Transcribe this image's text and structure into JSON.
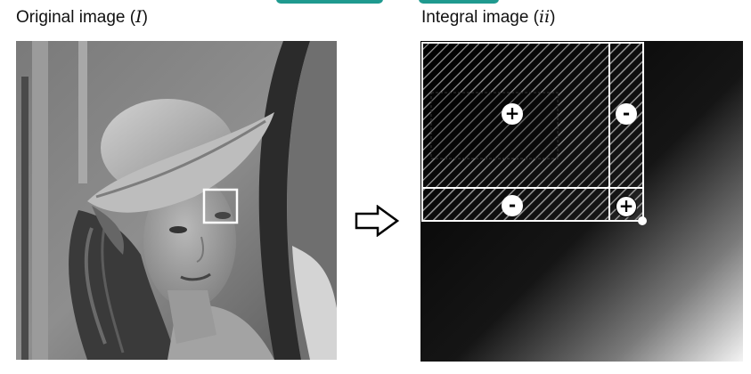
{
  "titles": {
    "left_prefix": "Original image (",
    "left_var": "I",
    "left_suffix": ")",
    "right_prefix": "Integral image (",
    "right_var": "ii",
    "right_suffix": ")"
  },
  "signs": {
    "top_left": "+",
    "top_right": "-",
    "bottom_left": "-",
    "bottom_right": "+"
  },
  "colors": {
    "accent": "#1f9a8f",
    "frame": "#ffffff",
    "background": "#ffffff"
  },
  "icons": {
    "arrow": "outlined-right-arrow",
    "corner_point": "white-dot"
  }
}
